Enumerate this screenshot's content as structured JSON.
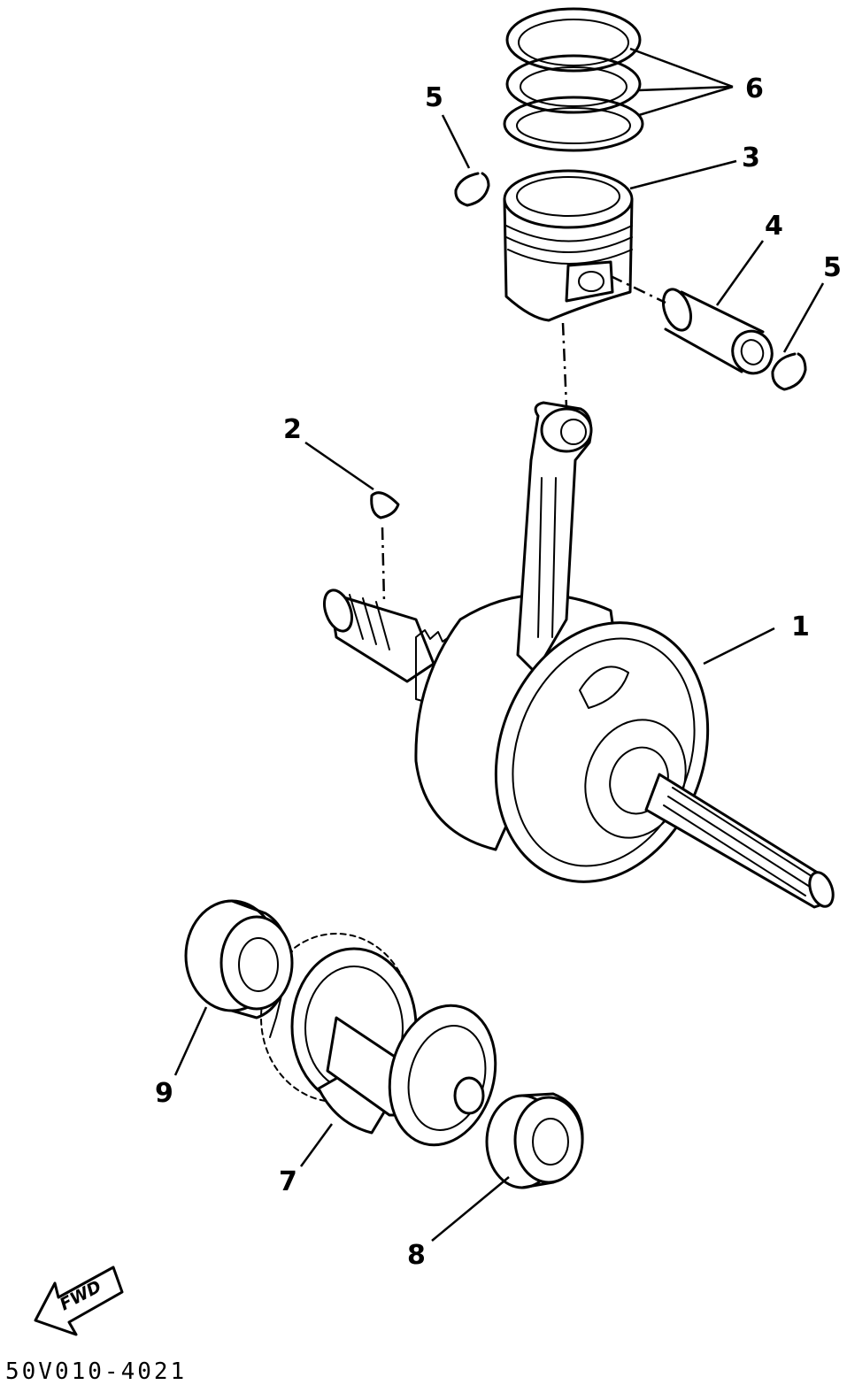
{
  "diagram": {
    "callouts": [
      {
        "id": "1",
        "label": "1"
      },
      {
        "id": "2",
        "label": "2"
      },
      {
        "id": "3",
        "label": "3"
      },
      {
        "id": "4",
        "label": "4"
      },
      {
        "id": "5a",
        "label": "5"
      },
      {
        "id": "5b",
        "label": "5"
      },
      {
        "id": "6",
        "label": "6"
      },
      {
        "id": "7",
        "label": "7"
      },
      {
        "id": "8",
        "label": "8"
      },
      {
        "id": "9",
        "label": "9"
      }
    ],
    "direction_label": "FWD",
    "drawing_code": "50V010-4021"
  }
}
